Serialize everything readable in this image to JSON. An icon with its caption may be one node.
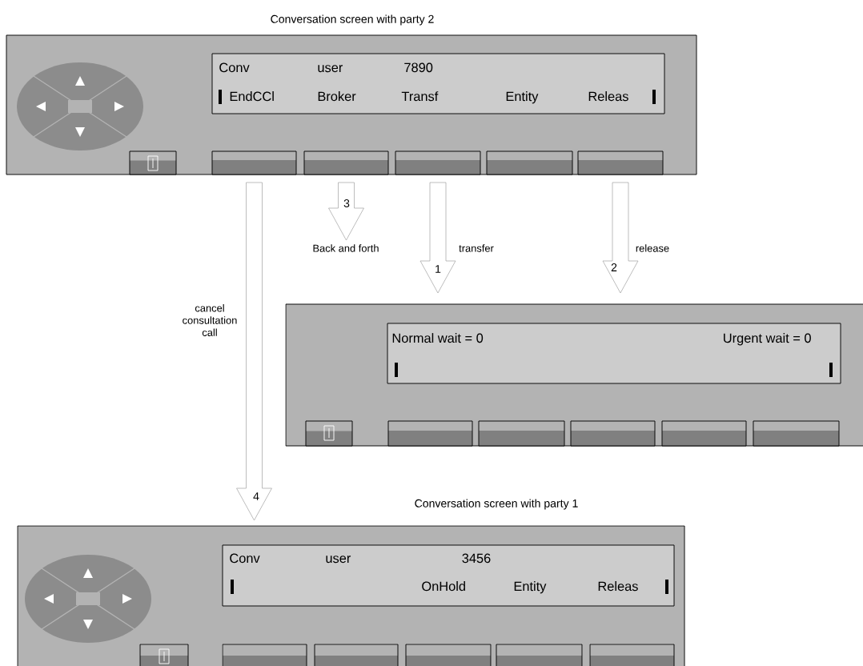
{
  "diagram": {
    "nodes": [
      {
        "text": [
          "Conversation screen with party 2"
        ]
      },
      {
        "text": [
          "Conv",
          "user",
          "7890",
          "EndCCl",
          "Broker",
          "Transf",
          "Entity",
          "Releas"
        ],
        "in": 0
      },
      {
        "text": [],
        "shape": "box",
        "in": 0
      },
      {
        "text": [],
        "shape": "box",
        "in": 0
      },
      {
        "text": [],
        "shape": "box",
        "in": 0
      },
      {
        "text": [],
        "shape": "box",
        "in": 0
      },
      {
        "text": [],
        "shape": "box",
        "in": 0
      },
      {
        "text": [],
        "shape": "box"
      },
      {
        "text": [
          "Normal wait =  0",
          "Urgent wait =  0"
        ],
        "in": 7
      },
      {
        "text": [],
        "shape": "box",
        "in": 7
      },
      {
        "text": [],
        "shape": "box",
        "in": 7
      },
      {
        "text": [],
        "shape": "box",
        "in": 7
      },
      {
        "text": [],
        "shape": "box",
        "in": 7
      },
      {
        "text": [],
        "shape": "box",
        "in": 7
      },
      {
        "text": [
          "Conversation screen with party 1"
        ]
      },
      {
        "text": [
          "Conv",
          "user",
          "3456",
          "OnHold",
          "Entity",
          "Releas"
        ],
        "in": 14
      },
      {
        "text": [],
        "shape": "box",
        "in": 14
      },
      {
        "text": [],
        "shape": "box",
        "in": 14
      },
      {
        "text": [],
        "shape": "box",
        "in": 14
      },
      {
        "text": [],
        "shape": "box",
        "in": 14
      },
      {
        "text": [],
        "shape": "box",
        "in": 14
      }
    ],
    "edges": [
      {
        "from": 2,
        "to": 14,
        "arrow": "to",
        "label": "cancel consultation call"
      },
      {
        "from": 3,
        "to": null,
        "arrow": "to",
        "label": "Back and forth"
      },
      {
        "from": 4,
        "to": 7,
        "arrow": "to",
        "label": "transfer"
      },
      {
        "from": 6,
        "to": 7,
        "arrow": "to",
        "label": "release"
      }
    ],
    "labels": [
      "3",
      "1",
      "2",
      "4"
    ]
  }
}
